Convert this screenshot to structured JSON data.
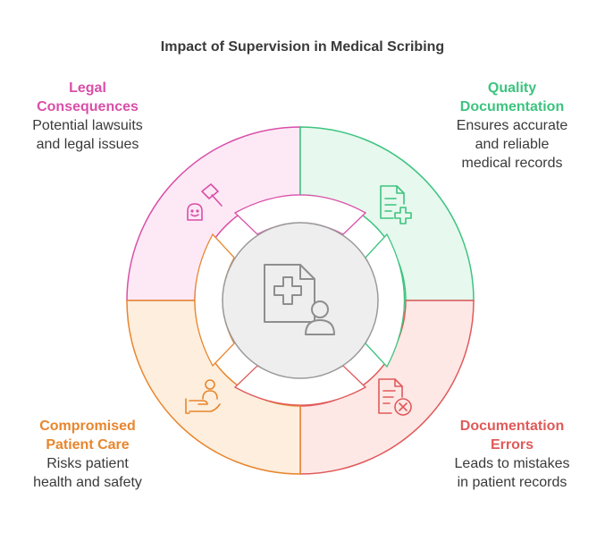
{
  "title": "Impact of Supervision in Medical Scribing",
  "center_icon": "medical-document-person-icon",
  "segments": [
    {
      "key": "legal",
      "heading_lines": [
        "Legal",
        "Consequences"
      ],
      "desc_lines": [
        "Potential lawsuits",
        "and legal issues"
      ],
      "icon": "gavel-person-icon",
      "color": "#d94fa8",
      "fill": "#fde9f5"
    },
    {
      "key": "quality",
      "heading_lines": [
        "Quality",
        "Documentation"
      ],
      "desc_lines": [
        "Ensures accurate",
        "and reliable",
        "medical records"
      ],
      "icon": "document-plus-icon",
      "color": "#3cc47f",
      "fill": "#e7f8ee"
    },
    {
      "key": "errors",
      "heading_lines": [
        "Documentation",
        "Errors"
      ],
      "desc_lines": [
        "Leads to mistakes",
        "in patient records"
      ],
      "icon": "document-x-icon",
      "color": "#e05a5a",
      "fill": "#fde8e6"
    },
    {
      "key": "care",
      "heading_lines": [
        "Compromised",
        "Patient Care"
      ],
      "desc_lines": [
        "Risks patient",
        "health and safety"
      ],
      "icon": "hand-person-icon",
      "color": "#e8862e",
      "fill": "#fdeedd"
    }
  ]
}
